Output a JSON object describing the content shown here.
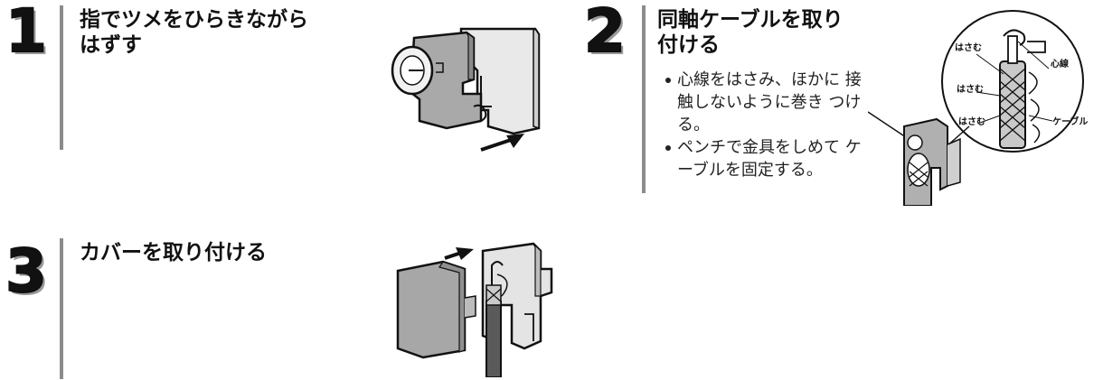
{
  "steps": [
    {
      "number": "1",
      "title_line1": "指でツメをひらきながら",
      "title_line2": "はずす"
    },
    {
      "number": "2",
      "title_line1": "同軸ケーブルを取り",
      "title_line2": "付ける",
      "bullets": [
        "心線をはさみ、ほかに 接触しないように巻き つける。",
        "ペンチで金具をしめて ケーブルを固定する。"
      ],
      "callout_labels": {
        "hasamu1": "はさむ",
        "hasamu2": "はさむ",
        "hasamu3": "はさむ",
        "core": "心線",
        "cable": "ケーブル"
      }
    },
    {
      "number": "3",
      "title_line1": "カバーを取り付ける"
    }
  ],
  "colors": {
    "rule": "#8c8c8c",
    "part_gray": "#a9a9a9",
    "part_light": "#d6d6d6",
    "ink": "#111111"
  }
}
